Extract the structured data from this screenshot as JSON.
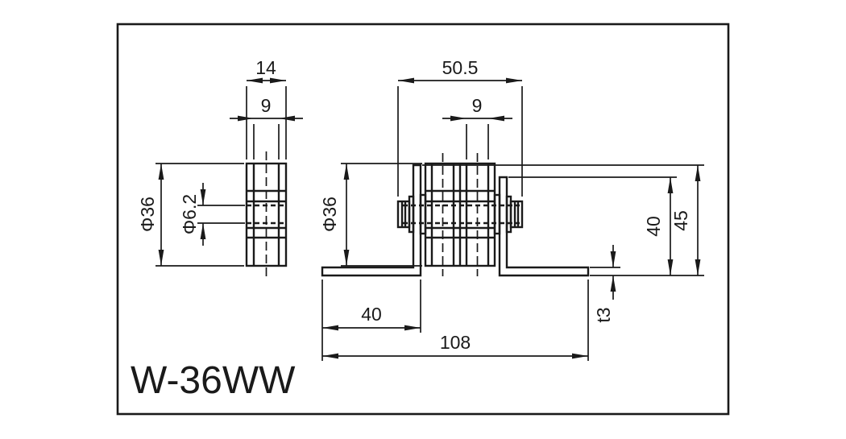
{
  "drawing": {
    "part_number": "W-36WW",
    "colors": {
      "line": "#1a1a1a",
      "background": "#ffffff"
    },
    "left_view": {
      "dim_overall_width": "14",
      "dim_tread_width": "9",
      "dim_outer_diameter": "Φ36",
      "dim_bore_diameter": "Φ6.2"
    },
    "right_view": {
      "dim_assembly_width": "50.5",
      "dim_tread_width": "9",
      "dim_wheel_diameter": "Φ36",
      "dim_height_40": "40",
      "dim_height_45": "45",
      "dim_plate_thickness": "t3",
      "dim_leg_length": "40",
      "dim_overall_width": "108"
    }
  }
}
